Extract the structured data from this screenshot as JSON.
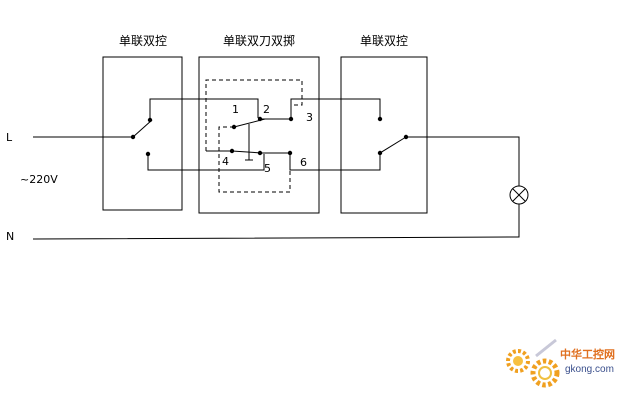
{
  "switches": {
    "left_title": "单联双控",
    "middle_title": "单联双刀双掷",
    "right_title": "单联双控"
  },
  "terminals": [
    "1",
    "2",
    "3",
    "4",
    "5",
    "6"
  ],
  "lines": {
    "live": "L",
    "neutral": "N",
    "voltage": "~220V"
  },
  "watermark": {
    "name": "中华工控网",
    "url": "gkong.com"
  },
  "colors": {
    "line": "#000000",
    "watermark_gear": "#f0a020",
    "watermark_text": "#e07020",
    "watermark_url": "#3a4f8c"
  }
}
